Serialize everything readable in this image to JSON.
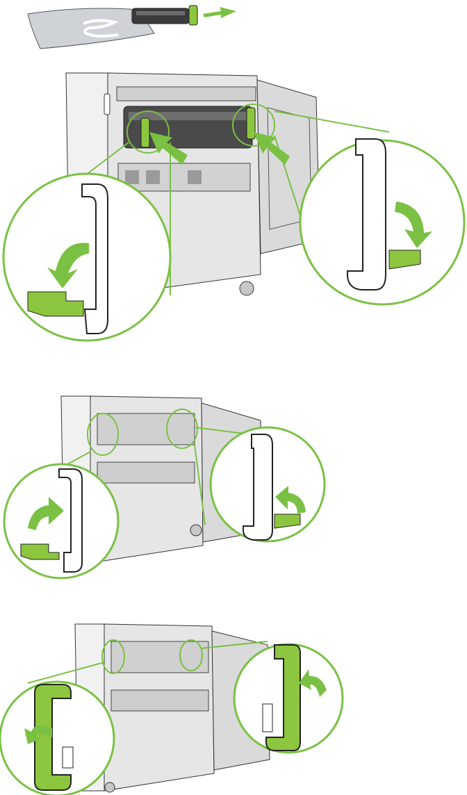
{
  "document": {
    "type": "instructional-illustration",
    "text": []
  },
  "colors": {
    "accent_green": "#7ac143",
    "green_fill": "#8cc63f",
    "green_light": "#bfe08a",
    "outline": "#222222",
    "printer_gray": "#dcdcdc",
    "printer_dark": "#5a5a5a",
    "bag_gray": "#cfd2d6"
  },
  "steps": [
    {
      "id": "unpack-fuser",
      "icons": [
        "packaging-bag-icon",
        "fuser-unit-icon",
        "arrow-right-icon"
      ]
    },
    {
      "id": "insert-fuser",
      "icons": [
        "printer-icon",
        "push-arrow-icon",
        "magnify-callout-icon",
        "lever-handle-icon",
        "rotate-down-arrow-icon"
      ]
    },
    {
      "id": "rotate-levers-up",
      "icons": [
        "printer-icon",
        "magnify-callout-icon",
        "lever-handle-icon",
        "rotate-up-arrow-icon"
      ]
    },
    {
      "id": "levers-locked",
      "icons": [
        "printer-icon",
        "magnify-callout-icon",
        "lever-handle-icon",
        "rotate-arrow-icon"
      ]
    }
  ]
}
